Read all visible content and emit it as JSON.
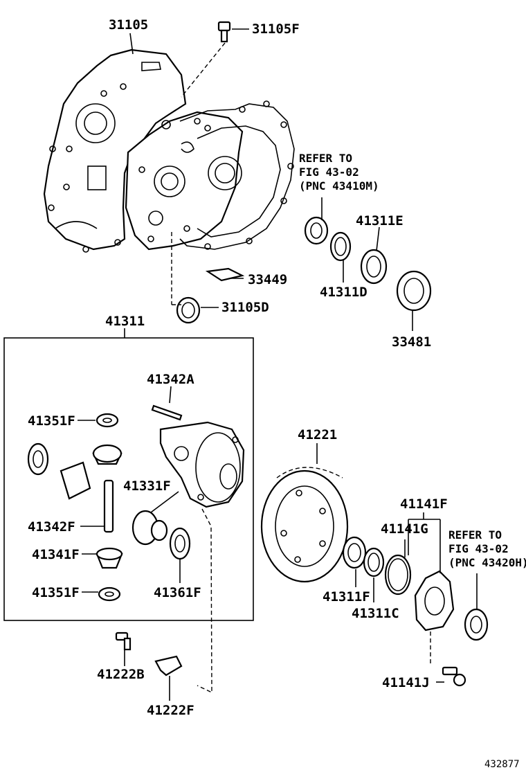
{
  "labels": {
    "p31105": "31105",
    "p31105f": "31105F",
    "refer_top_1": "REFER TO",
    "refer_top_2": "FIG 43-02",
    "refer_top_3": "(PNC 43410M)",
    "p41311e": "41311E",
    "p33449": "33449",
    "p41311d": "41311D",
    "p31105d": "31105D",
    "p33481": "33481",
    "p41311": "41311",
    "p41342a": "41342A",
    "p41351f_a": "41351F",
    "p41331f": "41331F",
    "p41342f": "41342F",
    "p41341f": "41341F",
    "p41351f_b": "41351F",
    "p41361f": "41361F",
    "p41221": "41221",
    "p41141f": "41141F",
    "p41141g": "41141G",
    "refer_bot_1": "REFER TO",
    "refer_bot_2": "FIG 43-02",
    "refer_bot_3": "(PNC 43420H)",
    "p41311f": "41311F",
    "p41311c": "41311C",
    "p41222b": "41222B",
    "p41222f": "41222F",
    "p41141j": "41141J",
    "figure_number": "432877"
  }
}
